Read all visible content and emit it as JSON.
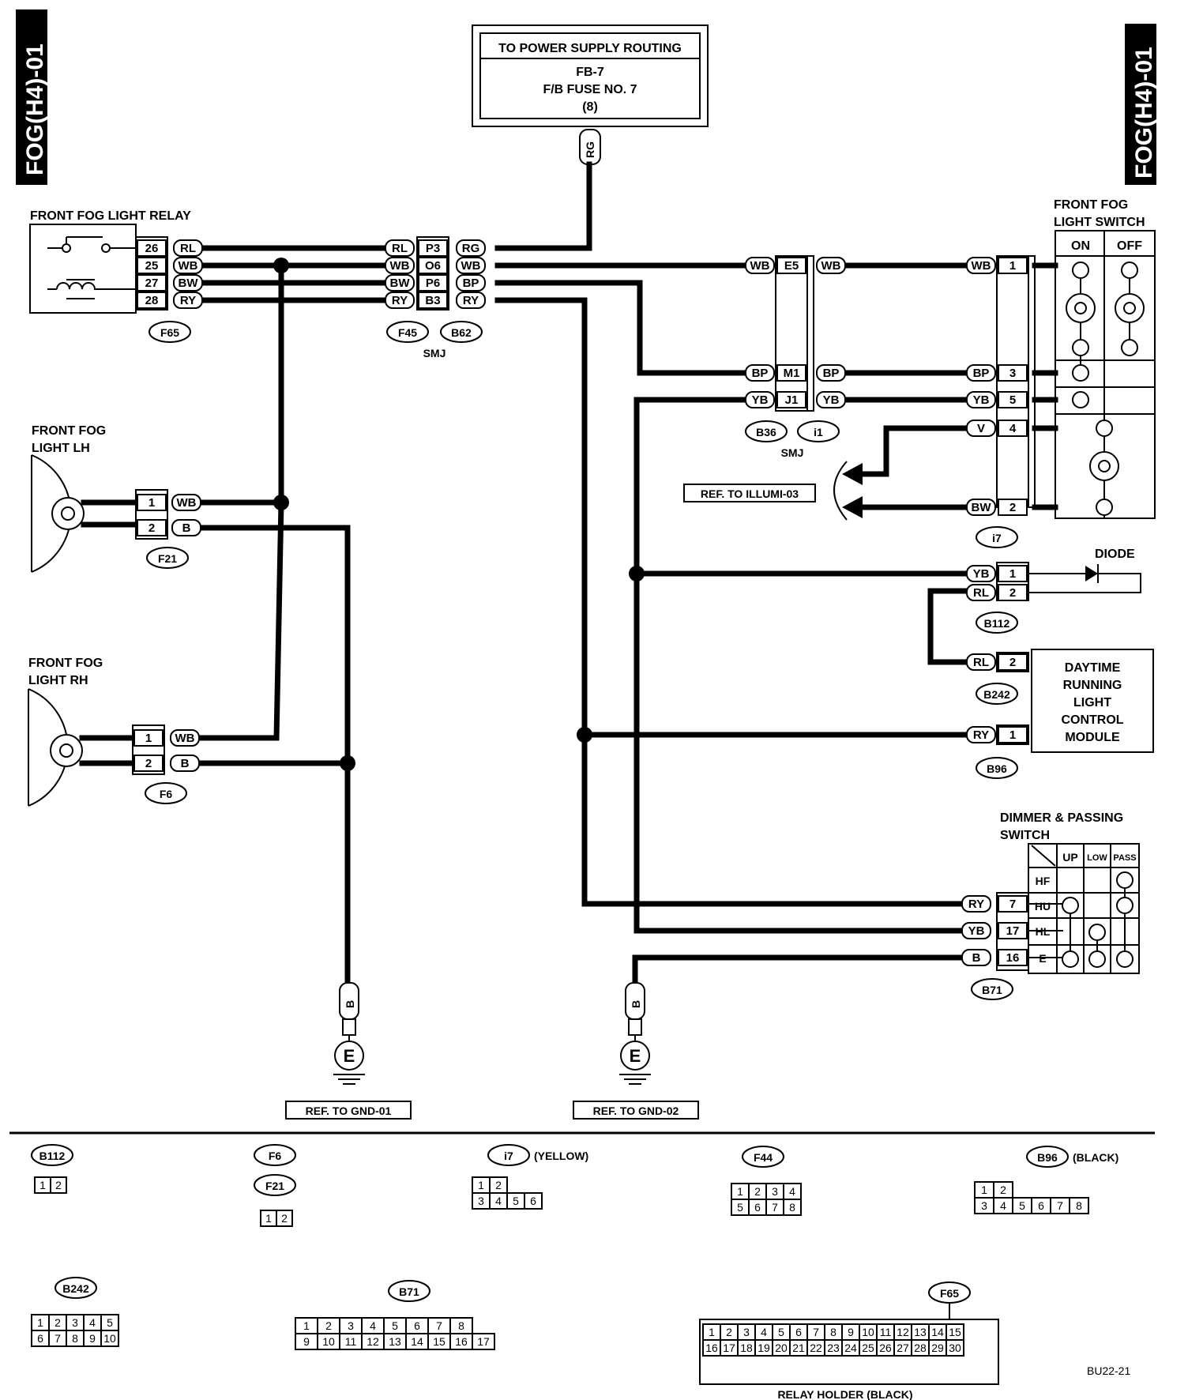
{
  "title_left": "FOG(H4)-01",
  "title_right": "FOG(H4)-01",
  "power_supply": {
    "title": "TO POWER SUPPLY ROUTING",
    "line1": "FB-7",
    "line2": "F/B FUSE NO. 7",
    "line3": "(8)",
    "wire": "RG"
  },
  "components": {
    "relay": "FRONT FOG LIGHT RELAY",
    "lh_l1": "FRONT FOG",
    "lh_l2": "LIGHT LH",
    "rh_l1": "FRONT FOG",
    "rh_l2": "LIGHT RH",
    "sw_l1": "FRONT FOG",
    "sw_l2": "LIGHT SWITCH",
    "sw_on": "ON",
    "sw_off": "OFF",
    "diode": "DIODE",
    "drl_l1": "DAYTIME",
    "drl_l2": "RUNNING",
    "drl_l3": "LIGHT",
    "drl_l4": "CONTROL",
    "drl_l5": "MODULE",
    "dim_l1": "DIMMER & PASSING",
    "dim_l2": "SWITCH",
    "dim_cols": [
      "UP",
      "LOW",
      "PASS"
    ],
    "dim_rows": [
      "HF",
      "HU",
      "HL",
      "E"
    ],
    "smj": "SMJ"
  },
  "relay_pins": [
    {
      "pin": "26",
      "wire": "RL"
    },
    {
      "pin": "25",
      "wire": "WB"
    },
    {
      "pin": "27",
      "wire": "BW"
    },
    {
      "pin": "28",
      "wire": "RY"
    }
  ],
  "smj1": {
    "left_wires": [
      "RL",
      "WB",
      "BW",
      "RY"
    ],
    "pins": [
      "P3",
      "O6",
      "P6",
      "B3"
    ],
    "right_wires": [
      "RG",
      "WB",
      "BP",
      "RY"
    ]
  },
  "smj2": {
    "pins": [
      "E5",
      "M1",
      "J1"
    ],
    "wires": [
      "WB",
      "BP",
      "YB"
    ]
  },
  "switch_pins": [
    {
      "pin": "1",
      "wire": "WB"
    },
    {
      "pin": "3",
      "wire": "BP"
    },
    {
      "pin": "5",
      "wire": "YB"
    },
    {
      "pin": "4",
      "wire": "V"
    },
    {
      "pin": "2",
      "wire": "BW"
    }
  ],
  "lh_pins": [
    {
      "pin": "1",
      "wire": "WB"
    },
    {
      "pin": "2",
      "wire": "B"
    }
  ],
  "rh_pins": [
    {
      "pin": "1",
      "wire": "WB"
    },
    {
      "pin": "2",
      "wire": "B"
    }
  ],
  "b112_pins": [
    {
      "wire": "YB",
      "pin": "1"
    },
    {
      "wire": "RL",
      "pin": "2"
    }
  ],
  "b242_pin": {
    "wire": "RL",
    "pin": "2"
  },
  "b96_pin": {
    "wire": "RY",
    "pin": "1"
  },
  "b71_pins": [
    {
      "wire": "RY",
      "pin": "7"
    },
    {
      "wire": "YB",
      "pin": "17"
    },
    {
      "wire": "B",
      "pin": "16"
    }
  ],
  "connectors": {
    "f65": "F65",
    "f45": "F45",
    "b62": "B62",
    "b36": "B36",
    "i1": "i1",
    "i7": "i7",
    "f21": "F21",
    "f6": "F6",
    "b112": "B112",
    "b242": "B242",
    "b96": "B96",
    "b71": "B71",
    "f44": "F44"
  },
  "refs": {
    "illumi": "REF. TO ILLUMI-03",
    "gnd1": "REF. TO GND-01",
    "gnd2": "REF. TO GND-02"
  },
  "ground_wire": "B",
  "ground_symbol": "E",
  "legend": {
    "i7_color": "(YELLOW)",
    "b96_color": "(BLACK)",
    "relay_holder": "RELAY HOLDER (BLACK)",
    "code": "BU22-21",
    "b112_cells": [
      "1",
      "2"
    ],
    "f6_cells": [
      "1",
      "2"
    ],
    "i7_cells": [
      "1",
      "2",
      "3",
      "4",
      "5",
      "6"
    ],
    "f44_cells": [
      "1",
      "2",
      "3",
      "4",
      "5",
      "6",
      "7",
      "8"
    ],
    "b96_cells": [
      "1",
      "2",
      "3",
      "4",
      "5",
      "6",
      "7",
      "8"
    ],
    "b242_cells": [
      "1",
      "2",
      "3",
      "4",
      "5",
      "6",
      "7",
      "8",
      "9",
      "10"
    ],
    "b71_top": [
      "1",
      "2",
      "3",
      "4",
      "5",
      "6",
      "7",
      "8"
    ],
    "b71_bottom": [
      "9",
      "10",
      "11",
      "12",
      "13",
      "14",
      "15",
      "16",
      "17"
    ],
    "rh_cells": [
      "1",
      "2",
      "3",
      "4",
      "5",
      "6",
      "7",
      "8",
      "9",
      "10",
      "11",
      "12",
      "13",
      "14",
      "15",
      "16",
      "17",
      "18",
      "19",
      "20",
      "21",
      "22",
      "23",
      "24",
      "25",
      "26",
      "27",
      "28",
      "29",
      "30"
    ]
  }
}
